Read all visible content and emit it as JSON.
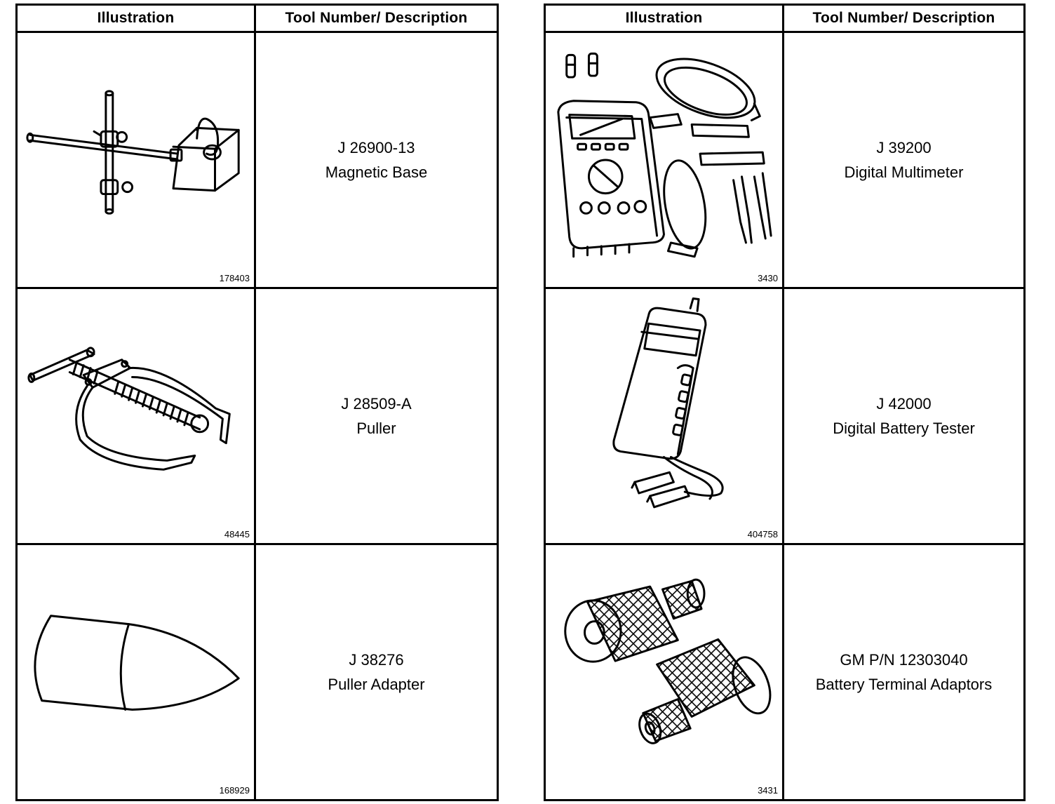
{
  "tables": [
    {
      "headers": {
        "illustration": "Illustration",
        "description": "Tool Number/ Description"
      },
      "rows": [
        {
          "figure_number": "178403",
          "tool_number": "J 26900-13",
          "description": "Magnetic Base",
          "icon": "magnetic-base-icon"
        },
        {
          "figure_number": "48445",
          "tool_number": "J 28509-A",
          "description": "Puller",
          "icon": "puller-icon"
        },
        {
          "figure_number": "168929",
          "tool_number": "J 38276",
          "description": "Puller Adapter",
          "icon": "puller-adapter-icon"
        }
      ]
    },
    {
      "headers": {
        "illustration": "Illustration",
        "description": "Tool Number/ Description"
      },
      "rows": [
        {
          "figure_number": "3430",
          "tool_number": "J 39200",
          "description": "Digital Multimeter",
          "icon": "digital-multimeter-icon"
        },
        {
          "figure_number": "404758",
          "tool_number": "J 42000",
          "description": "Digital Battery Tester",
          "icon": "digital-battery-tester-icon"
        },
        {
          "figure_number": "3431",
          "tool_number": "GM P/N 12303040",
          "description": "Battery Terminal Adaptors",
          "icon": "battery-terminal-adaptors-icon"
        }
      ]
    }
  ]
}
